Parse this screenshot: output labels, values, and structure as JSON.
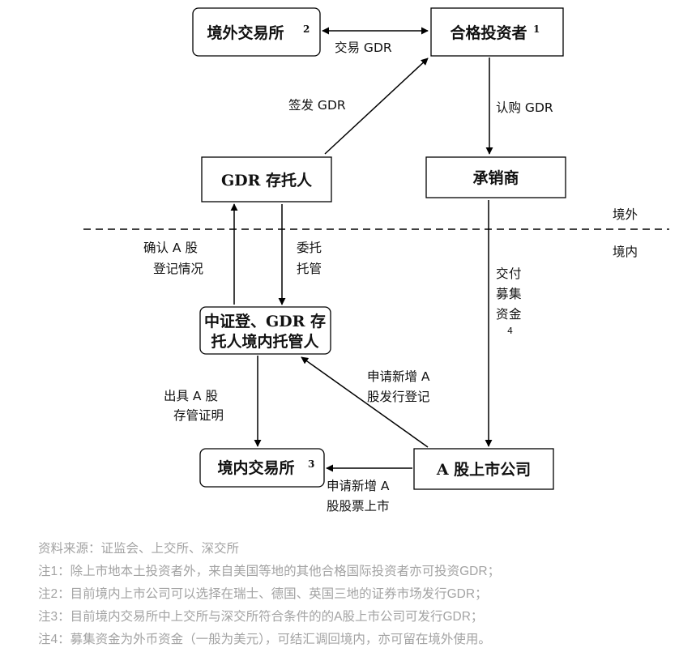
{
  "nodes": {
    "overseas_exchange": {
      "label": "境外交易所",
      "sup": "2"
    },
    "qualified_investor": {
      "label": "合格投资者",
      "sup": "1"
    },
    "gdr_depositary": {
      "label": "GDR 存托人"
    },
    "underwriter": {
      "label": "承销商"
    },
    "csdc": {
      "line1": "中证登、GDR 存",
      "line2": "托人境内托管人"
    },
    "domestic_exchange": {
      "label": "境内交易所",
      "sup": "3"
    },
    "a_share_company": {
      "label": "A 股上市公司"
    }
  },
  "edges": {
    "trade_gdr": "交易 GDR",
    "issue_gdr": "签发 GDR",
    "subscribe_gdr": "认购 GDR",
    "confirm_line1": "确认 A 股",
    "confirm_line2": "登记情况",
    "entrust_line1": "委托",
    "entrust_line2": "托管",
    "deliver_funds": [
      "交",
      "付",
      "募",
      "集",
      "资",
      "金"
    ],
    "deliver_funds_note": "4",
    "issue_cert_line1": "出具 A 股",
    "issue_cert_line2": "存管证明",
    "apply_reg_line1": "申请新增 A",
    "apply_reg_line2": "股发行登记",
    "apply_list_line1": "申请新增 A",
    "apply_list_line2": "股股票上市"
  },
  "regions": {
    "overseas": "境外",
    "domestic": "境内"
  },
  "notes": [
    "资料来源：证监会、上交所、深交所",
    "注1：除上市地本土投资者外，来自美国等地的其他合格国际投资者亦可投资GDR；",
    "注2：目前境内上市公司可以选择在瑞士、德国、英国三地的证券市场发行GDR；",
    "注3：目前境内交易所中上交所与深交所符合条件的的A股上市公司可发行GDR；",
    "注4：募集资金为外币资金（一般为美元），可结汇调回境内，亦可留在境外使用。"
  ]
}
